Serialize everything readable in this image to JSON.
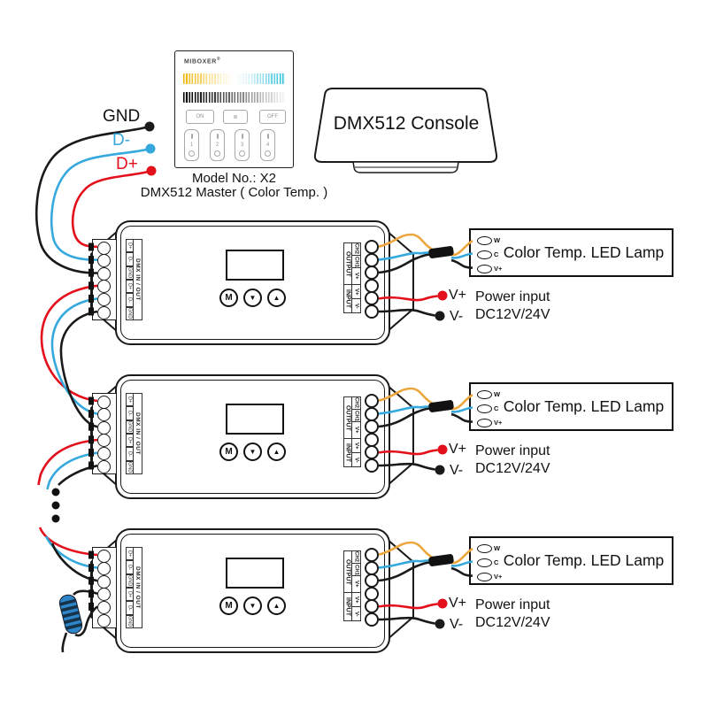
{
  "panel": {
    "brand": "MIBOXER",
    "registered": "®",
    "on_label": "ON",
    "off_label": "OFF",
    "mode_icon": "≣",
    "zones": [
      "1",
      "2",
      "3",
      "4"
    ],
    "model_no": "Model No.: X2",
    "model_desc": "DMX512 Master ( Color Temp. )"
  },
  "console": {
    "label": "DMX512 Console"
  },
  "bus": {
    "gnd": "GND",
    "d_minus": "D-",
    "d_plus": "D+"
  },
  "controller": {
    "dmx_in_out": "DMX IN / OUT",
    "terminals": [
      "D+",
      "D-",
      "GND",
      "D+",
      "D-",
      "GND"
    ],
    "btn_m": "M",
    "btn_down": "▼",
    "btn_up": "▲",
    "output": "OUTPUT",
    "input": "INPUT",
    "out_ch2": "CH2",
    "out_ch1": "CH1",
    "out_vplus": "V+",
    "in_vplus": "V+",
    "in_vminus": "V-"
  },
  "lamp": {
    "title": "Color Temp. LED Lamp",
    "w": "W",
    "c": "C",
    "vplus": "V+"
  },
  "power": {
    "vplus": "V+",
    "vminus": "V-",
    "title": "Power input",
    "voltage": "DC12V/24V"
  },
  "colors": {
    "wire_red": "#e3101c",
    "wire_blue": "#35a8dd",
    "wire_black": "#1a1a1a",
    "wire_orange": "#eda63e",
    "resistor_blue": "#2e86c8"
  }
}
